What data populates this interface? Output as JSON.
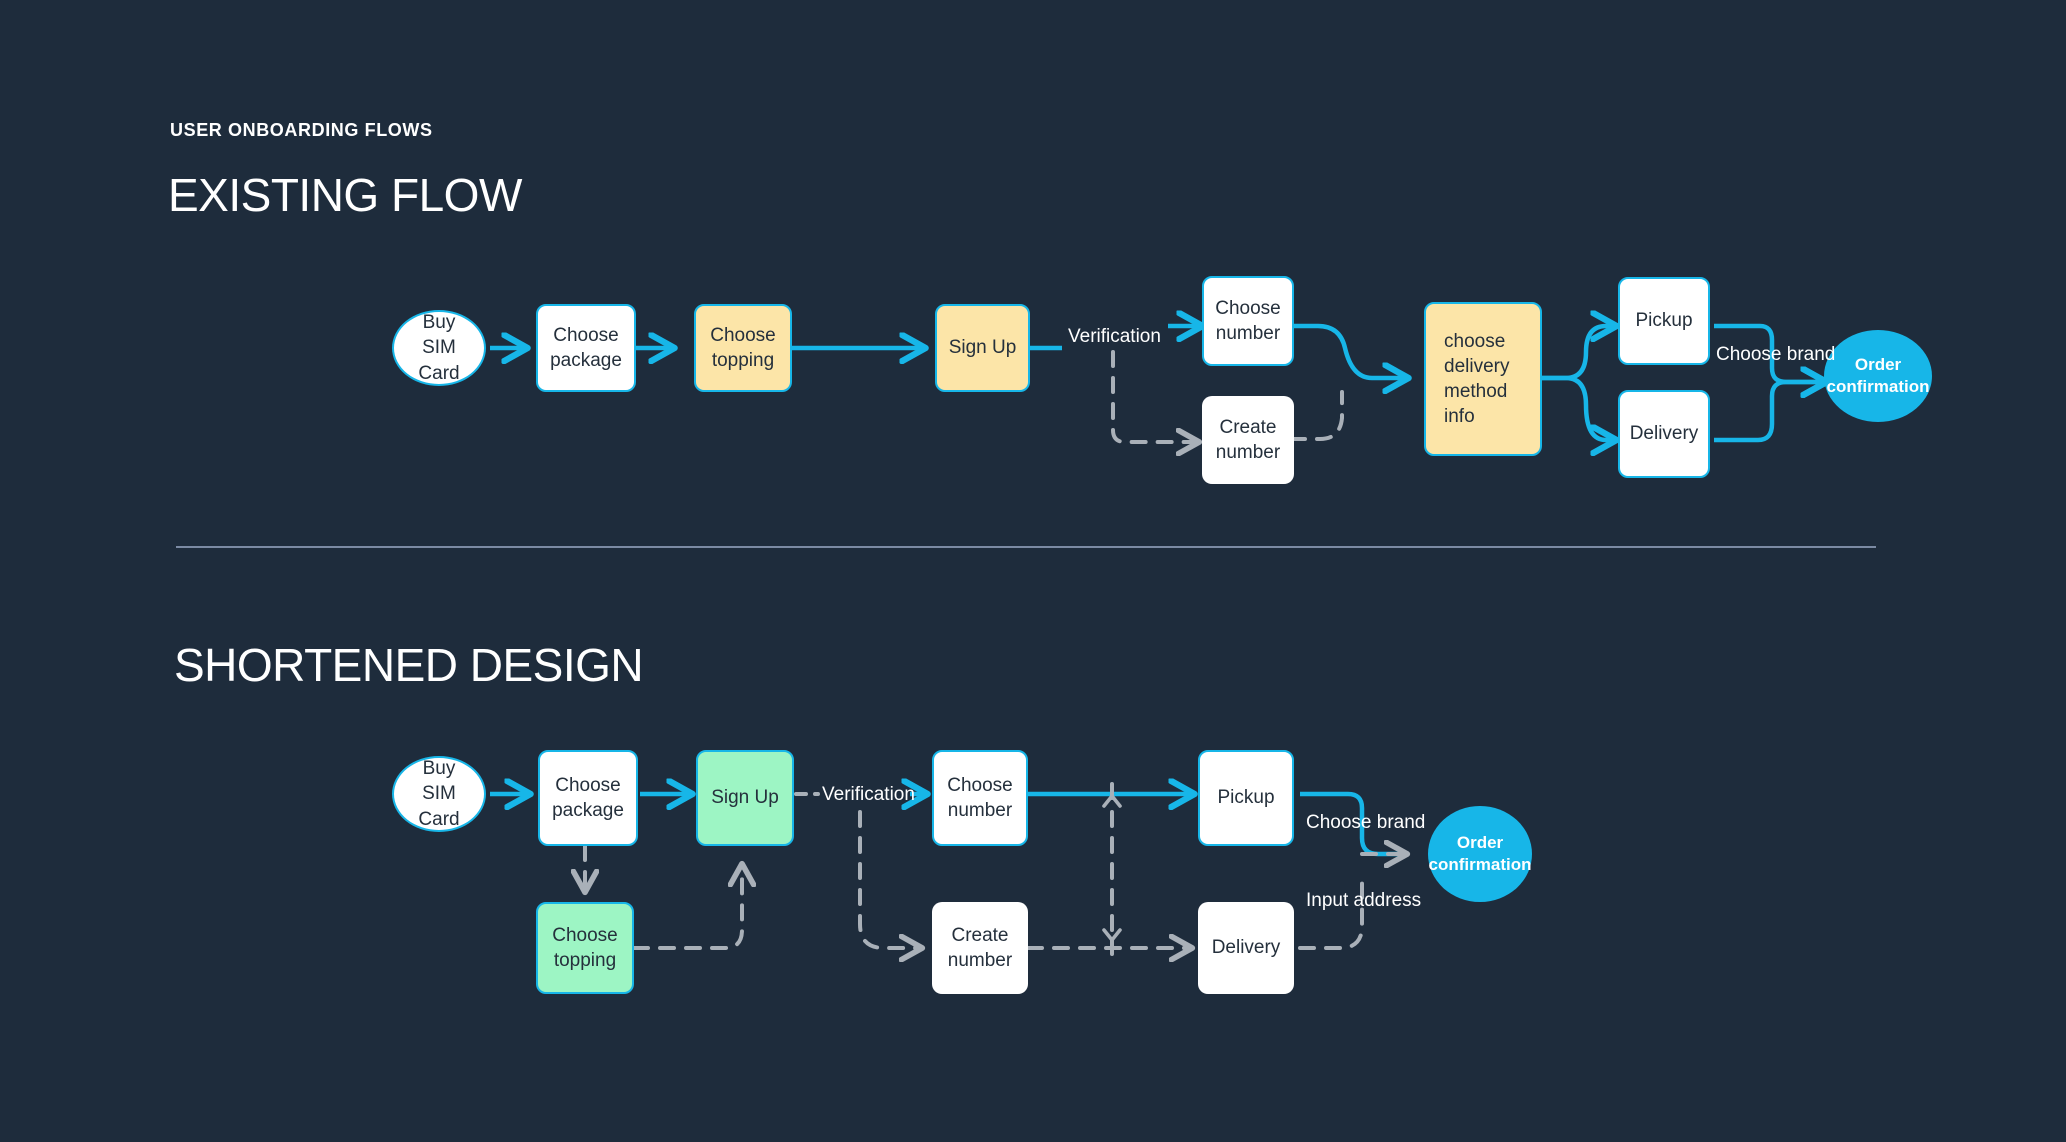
{
  "header": {
    "eyebrow": "USER ONBOARDING FLOWS"
  },
  "colors": {
    "background": "#1e2c3c",
    "accent_blue": "#17b6e8",
    "node_yellow": "#fce5a8",
    "node_green": "#9df5c4",
    "node_white": "#ffffff",
    "dashed_gray": "#a9b0b8",
    "divider": "#7b8aa3",
    "text_light": "#ffffff",
    "text_dark": "#25303c"
  },
  "sections": [
    {
      "id": "existing",
      "title": "EXISTING FLOW",
      "nodes": [
        {
          "id": "ex-buy-sim",
          "label": "Buy SIM\nCard",
          "shape": "circle",
          "style": "white-blue"
        },
        {
          "id": "ex-choose-pkg",
          "label": "Choose\npackage",
          "shape": "rect",
          "style": "white-blue"
        },
        {
          "id": "ex-choose-top",
          "label": "Choose\ntopping",
          "shape": "rect",
          "style": "yellow"
        },
        {
          "id": "ex-signup",
          "label": "Sign Up",
          "shape": "rect",
          "style": "yellow"
        },
        {
          "id": "ex-choose-num",
          "label": "Choose\nnumber",
          "shape": "rect",
          "style": "white-blue"
        },
        {
          "id": "ex-create-num",
          "label": "Create\nnumber",
          "shape": "rect",
          "style": "white-plain"
        },
        {
          "id": "ex-delivery-info",
          "label": "choose\ndelivery\nmethod\ninfo",
          "shape": "rect",
          "style": "yellow"
        },
        {
          "id": "ex-pickup",
          "label": "Pickup",
          "shape": "rect",
          "style": "white-blue"
        },
        {
          "id": "ex-delivery",
          "label": "Delivery",
          "shape": "rect",
          "style": "white-blue"
        },
        {
          "id": "ex-order-conf",
          "label": "Order\nconfirmation",
          "shape": "circle",
          "style": "cyan"
        }
      ],
      "edge_labels": [
        {
          "id": "ex-verification",
          "text": "Verification"
        },
        {
          "id": "ex-choose-brand",
          "text": "Choose brand"
        }
      ]
    },
    {
      "id": "shortened",
      "title": "SHORTENED DESIGN",
      "nodes": [
        {
          "id": "sh-buy-sim",
          "label": "Buy SIM\nCard",
          "shape": "circle",
          "style": "white-blue"
        },
        {
          "id": "sh-choose-pkg",
          "label": "Choose\npackage",
          "shape": "rect",
          "style": "white-blue"
        },
        {
          "id": "sh-signup",
          "label": "Sign Up",
          "shape": "rect",
          "style": "green"
        },
        {
          "id": "sh-choose-top",
          "label": "Choose\ntopping",
          "shape": "rect",
          "style": "green"
        },
        {
          "id": "sh-choose-num",
          "label": "Choose\nnumber",
          "shape": "rect",
          "style": "white-blue"
        },
        {
          "id": "sh-create-num",
          "label": "Create\nnumber",
          "shape": "rect",
          "style": "white-plain"
        },
        {
          "id": "sh-pickup",
          "label": "Pickup",
          "shape": "rect",
          "style": "white-blue"
        },
        {
          "id": "sh-delivery",
          "label": "Delivery",
          "shape": "rect",
          "style": "white-plain"
        },
        {
          "id": "sh-order-conf",
          "label": "Order\nconfirmation",
          "shape": "circle",
          "style": "cyan"
        }
      ],
      "edge_labels": [
        {
          "id": "sh-verification",
          "text": "Verification"
        },
        {
          "id": "sh-choose-brand",
          "text": "Choose brand"
        },
        {
          "id": "sh-input-address",
          "text": "Input address"
        }
      ]
    }
  ]
}
